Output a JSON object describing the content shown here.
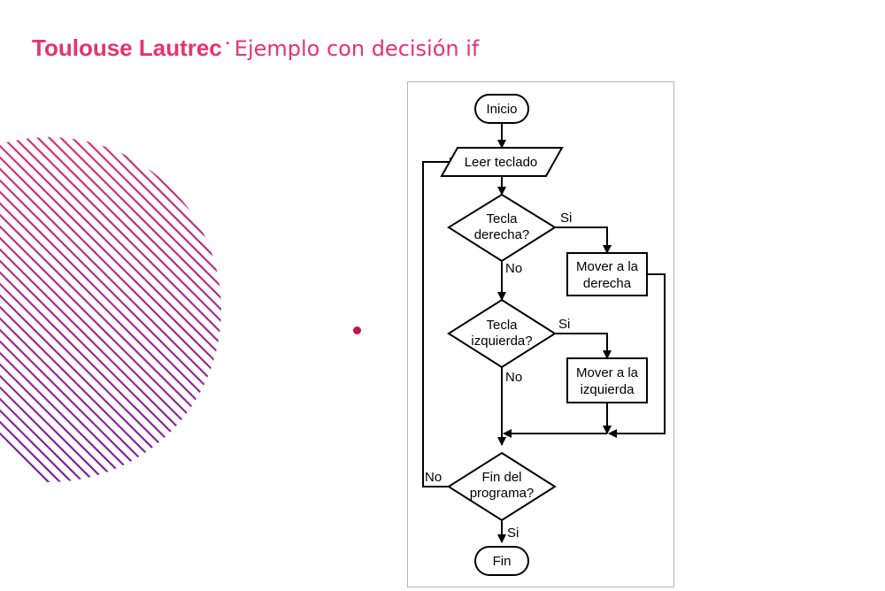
{
  "header": {
    "brand": "Toulouse Lautrec",
    "separator": "·",
    "subtitle": "Ejemplo con decisión if"
  },
  "colors": {
    "accent": "#e8336d",
    "bullet": "#c0134f",
    "stripes_start": "#e8336d",
    "stripes_end": "#6a1fa8"
  },
  "flowchart": {
    "start": "Inicio",
    "input": "Leer teclado",
    "decision_right": [
      "Tecla",
      "derecha?"
    ],
    "action_right": [
      "Mover a la",
      "derecha"
    ],
    "decision_left": [
      "Tecla",
      "izquierda?"
    ],
    "action_left": [
      "Mover a la",
      "izquierda"
    ],
    "decision_end": [
      "Fin del",
      "programa?"
    ],
    "end": "Fin",
    "label_yes_1": "Si",
    "label_no_1": "No",
    "label_yes_2": "Si",
    "label_no_2": "No",
    "label_no_3": "No",
    "label_yes_3": "Si"
  }
}
